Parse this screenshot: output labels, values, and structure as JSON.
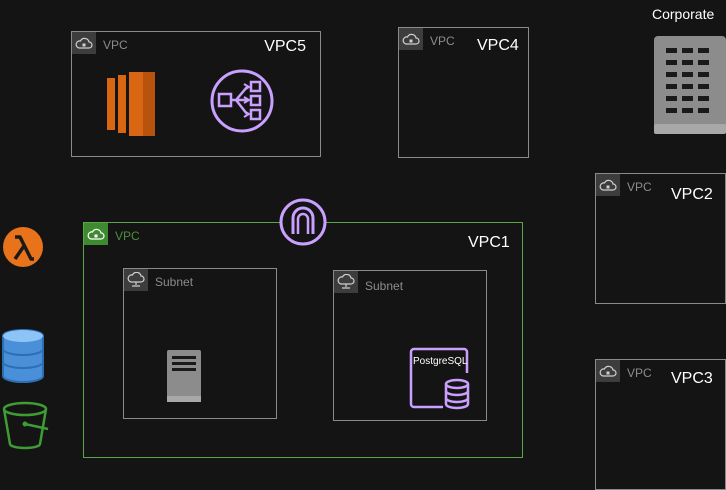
{
  "corporate": {
    "label": "Corporate"
  },
  "vpc5": {
    "tag": "VPC",
    "name": "VPC5"
  },
  "vpc4": {
    "tag": "VPC",
    "name": "VPC4"
  },
  "vpc2": {
    "tag": "VPC",
    "name": "VPC2"
  },
  "vpc3": {
    "tag": "VPC",
    "name": "VPC3"
  },
  "vpc1": {
    "tag": "VPC",
    "name": "VPC1",
    "subnet_a": {
      "tag": "Subnet"
    },
    "subnet_b": {
      "tag": "Subnet",
      "db_label": "PostgreSQL"
    }
  },
  "icons": {
    "ec2": "ec2-instance-icon",
    "elb": "load-balancer-icon",
    "gateway": "internet-gateway-icon",
    "datacenter": "corporate-datacenter-icon",
    "lambda": "lambda-icon",
    "dynamodb": "dynamodb-icon",
    "s3": "s3-bucket-icon",
    "server": "server-icon",
    "rds": "rds-postgresql-icon"
  },
  "colors": {
    "background": "#141414",
    "vpc_border": "#8a8a8a",
    "vpc1_border": "#5aa647",
    "ec2_orange": "#d86613",
    "network_purple": "#c9a0ff",
    "lambda_orange": "#e8731a",
    "dynamo_blue": "#4a90d9",
    "s3_green": "#3f9c35"
  }
}
